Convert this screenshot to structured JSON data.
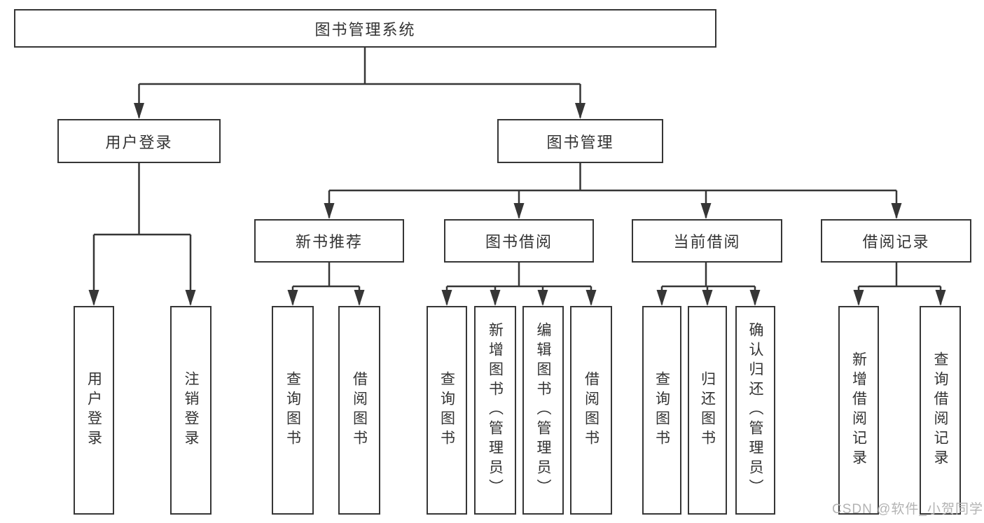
{
  "tree": {
    "root": "图书管理系统",
    "l2": [
      "用户登录",
      "图书管理"
    ],
    "l3": [
      "新书推荐",
      "图书借阅",
      "当前借阅",
      "借阅记录"
    ],
    "l4": [
      "用户登录",
      "注销登录",
      "查询图书",
      "借阅图书",
      "查询图书",
      "新增图书（管理员）",
      "编辑图书（管理员）",
      "借阅图书",
      "查询图书",
      "归还图书",
      "确认归还（管理员）",
      "新增借阅记录",
      "查询借阅记录"
    ]
  },
  "watermark": "CSDN @软件_小贺同学",
  "colors": {
    "line": "#363636",
    "text": "#333333",
    "background": "#ffffff",
    "watermark": "#b3b3b3"
  }
}
